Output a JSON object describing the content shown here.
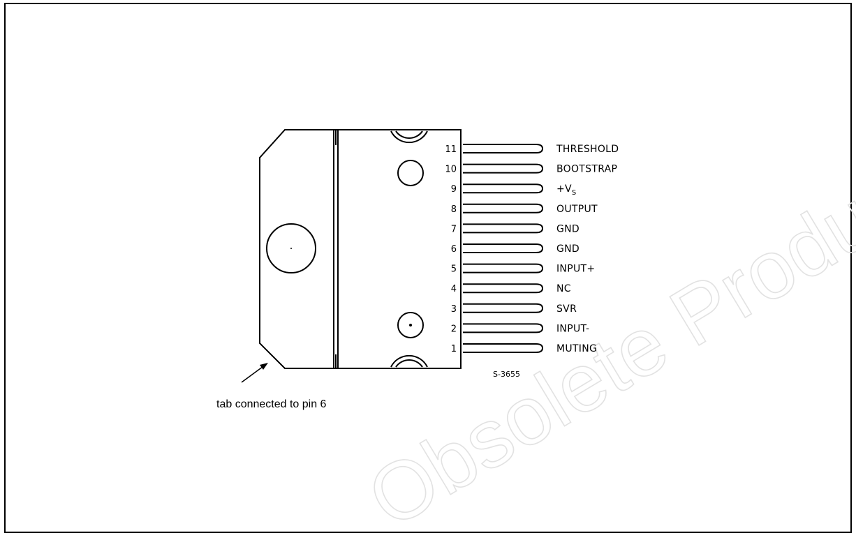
{
  "watermark": "Obsolete Product(s)",
  "pins": [
    {
      "num": "11",
      "label": "THRESHOLD"
    },
    {
      "num": "10",
      "label": "BOOTSTRAP"
    },
    {
      "num": "9",
      "label": "+V",
      "sub": "S"
    },
    {
      "num": "8",
      "label": "OUTPUT"
    },
    {
      "num": "7",
      "label": "GND"
    },
    {
      "num": "6",
      "label": "GND"
    },
    {
      "num": "5",
      "label": "INPUT+"
    },
    {
      "num": "4",
      "label": "NC"
    },
    {
      "num": "3",
      "label": "SVR"
    },
    {
      "num": "2",
      "label": "INPUT-"
    },
    {
      "num": "1",
      "label": "MUTING"
    }
  ],
  "figure_code": "S-3655",
  "caption": "tab connected to pin 6"
}
